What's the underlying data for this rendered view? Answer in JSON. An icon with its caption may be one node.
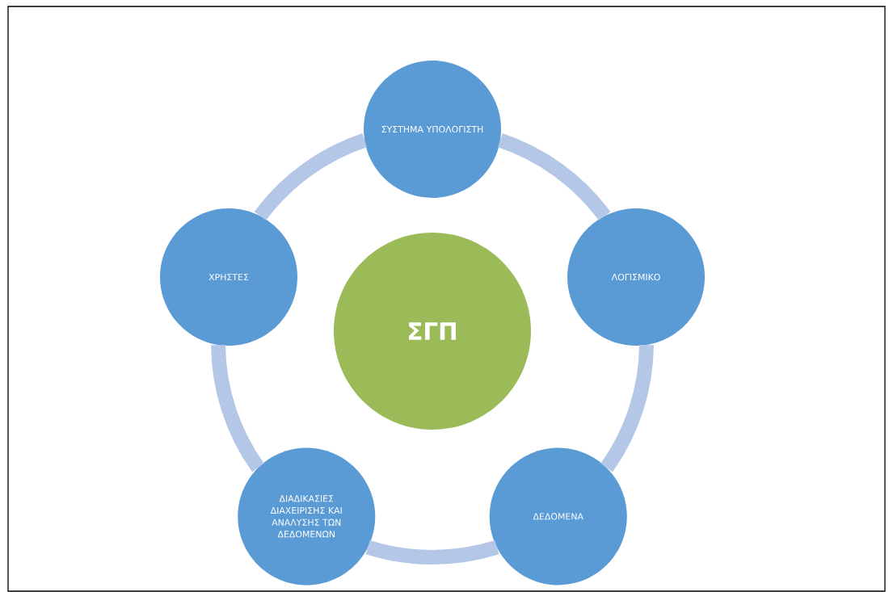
{
  "diagram": {
    "nodes": [
      {
        "text": [
          "ΣΥΣΤΗΜΑ ΥΠΟΛΟΓΙΣΤΗ"
        ]
      },
      {
        "text": [
          "ΧΡΗΣΤΕΣ"
        ]
      },
      {
        "text": [
          "ΣΓΠ"
        ]
      },
      {
        "text": [
          "ΛΟΓΙΣΜΙΚΟ"
        ]
      },
      {
        "text": [
          "ΔΙΑΔΙΚΑΣΙΕΣ ΔΙΑΧΕΙΡΙΣΗΣ ΚΑΙ ΑΝΑΛΥΣΗΣ ΤΩΝ ΔΕΔΟΜΕΝΩΝ"
        ]
      },
      {
        "text": [
          "ΔΕΔΟΜΕΝΑ"
        ]
      }
    ],
    "edges": [
      {
        "from": 0,
        "to": 3,
        "arrow": "none"
      },
      {
        "from": 3,
        "to": 5,
        "arrow": "none"
      },
      {
        "from": 5,
        "to": 4,
        "arrow": "none"
      },
      {
        "from": 4,
        "to": 1,
        "arrow": "none"
      },
      {
        "from": 1,
        "to": 0,
        "arrow": "none"
      }
    ]
  }
}
